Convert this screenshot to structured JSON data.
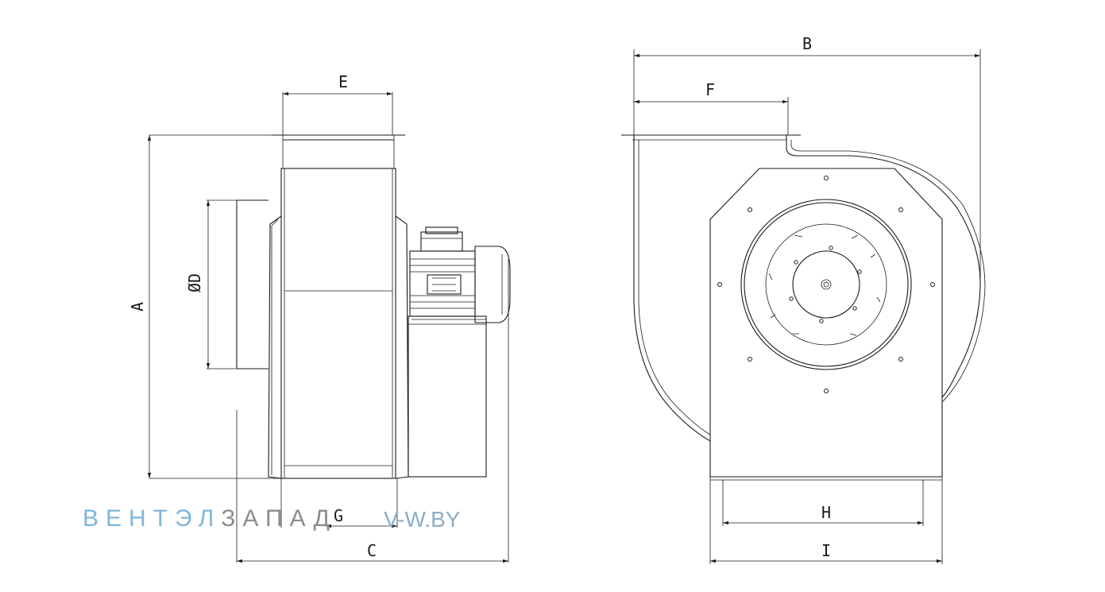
{
  "dimensions": {
    "A": "A",
    "B": "B",
    "C": "C",
    "D": "ØD",
    "E": "E",
    "F": "F",
    "G": "G",
    "H": "H",
    "I": "I"
  },
  "watermark": {
    "part1": "ВЕНТЭЛ",
    "part2": "ЗАПАД",
    "site": "V-W.BY",
    "color_light": "#7fb6dc",
    "color_dark": "#8c8c8c"
  }
}
